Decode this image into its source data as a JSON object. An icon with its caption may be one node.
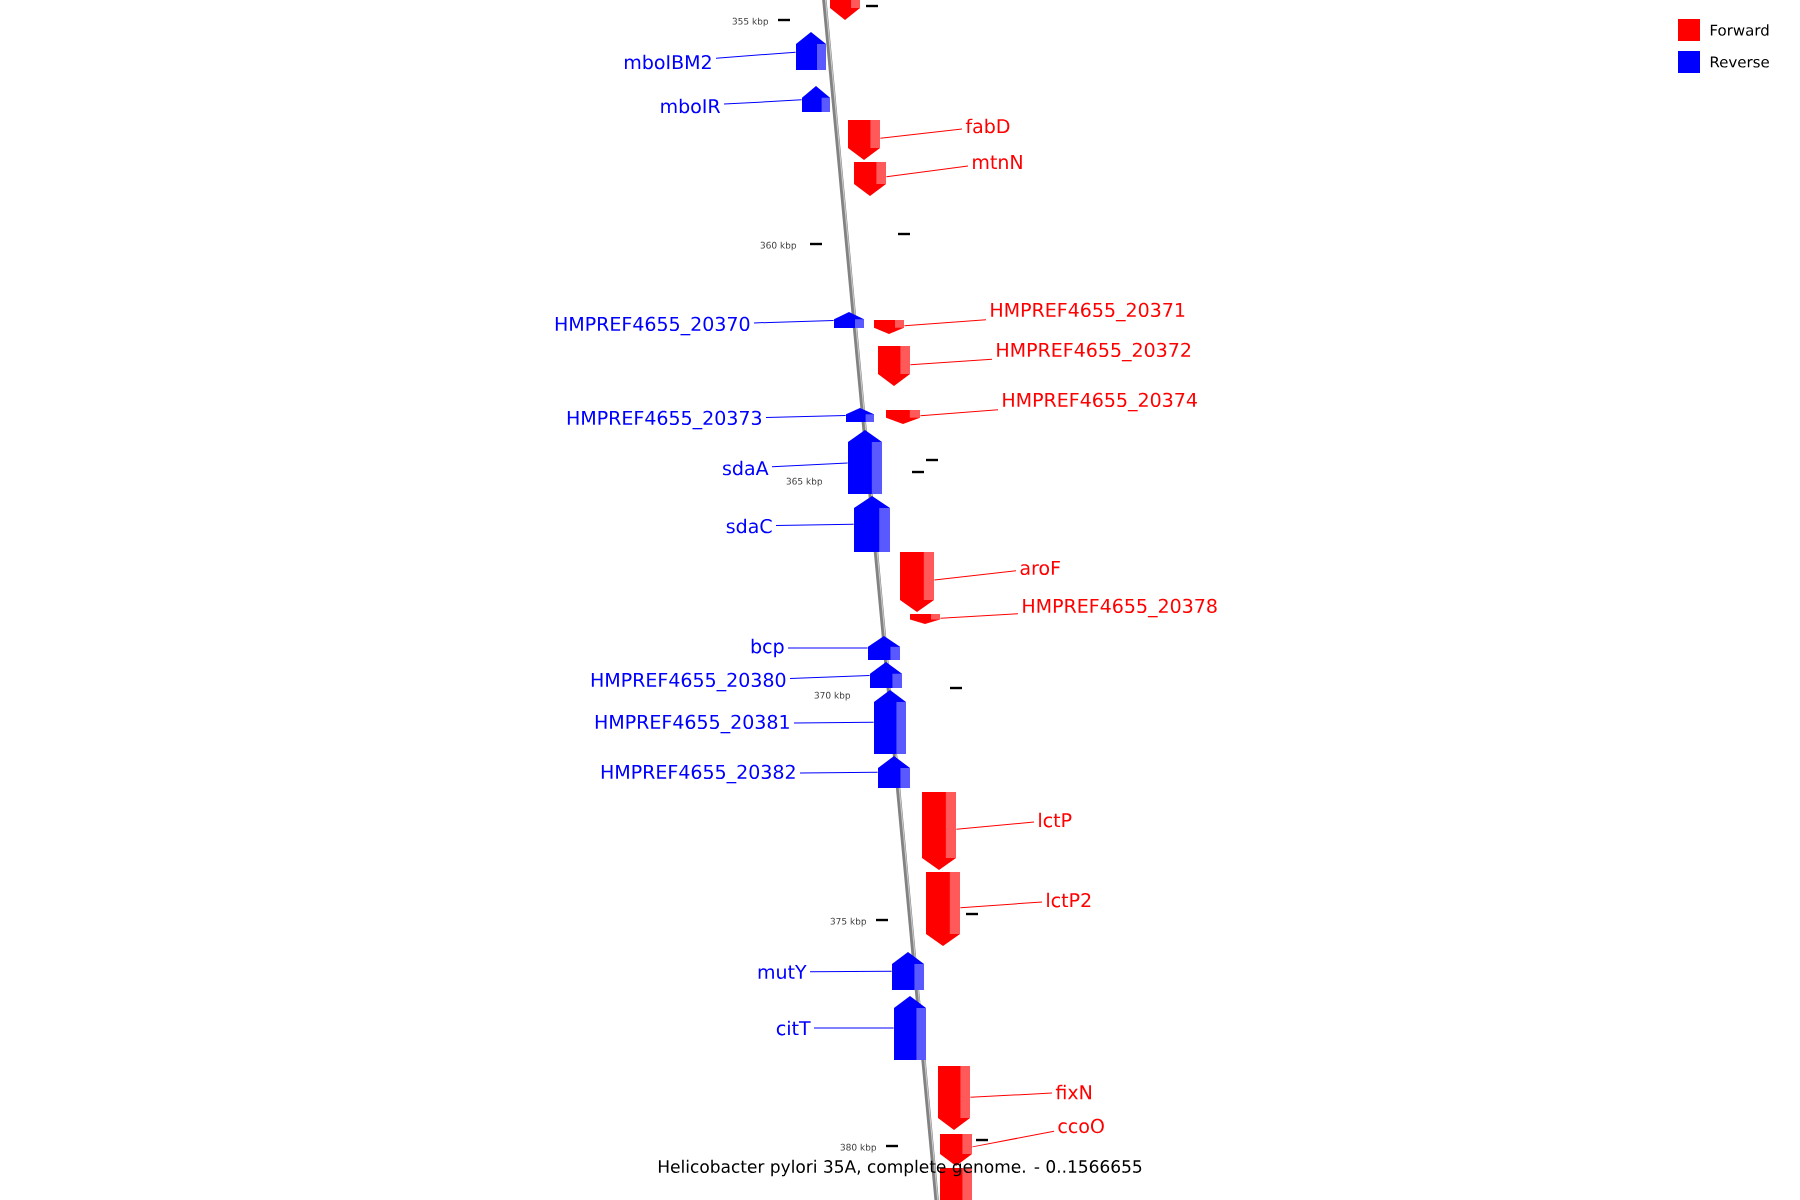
{
  "diagram": {
    "caption": "Helicobacter pylori 35A, complete genome. - 0..1566655",
    "nodes": [
      {
        "text": [],
        "shape": "arrow"
      },
      {
        "text": [
          "mboIBM2"
        ]
      },
      {
        "text": [],
        "shape": "arrow"
      },
      {
        "text": [
          "mboIR"
        ]
      },
      {
        "text": [],
        "shape": "arrow"
      },
      {
        "text": [
          "fabD"
        ]
      },
      {
        "text": [],
        "shape": "arrow"
      },
      {
        "text": [
          "mtnN"
        ]
      },
      {
        "text": [],
        "shape": "arrow"
      },
      {
        "text": [
          "HMPREF4655_20370"
        ]
      },
      {
        "text": [],
        "shape": "arrow"
      },
      {
        "text": [
          "HMPREF4655_20371"
        ]
      },
      {
        "text": [],
        "shape": "arrow"
      },
      {
        "text": [
          "HMPREF4655_20372"
        ]
      },
      {
        "text": [],
        "shape": "arrow"
      },
      {
        "text": [
          "HMPREF4655_20373"
        ]
      },
      {
        "text": [],
        "shape": "arrow"
      },
      {
        "text": [
          "HMPREF4655_20374"
        ]
      },
      {
        "text": [],
        "shape": "arrow"
      },
      {
        "text": [
          "sdaA"
        ]
      },
      {
        "text": [],
        "shape": "arrow"
      },
      {
        "text": [
          "sdaC"
        ]
      },
      {
        "text": [],
        "shape": "arrow"
      },
      {
        "text": [
          "aroF"
        ]
      },
      {
        "text": [],
        "shape": "arrow"
      },
      {
        "text": [
          "HMPREF4655_20378"
        ]
      },
      {
        "text": [],
        "shape": "arrow"
      },
      {
        "text": [
          "bcp"
        ]
      },
      {
        "text": [],
        "shape": "arrow"
      },
      {
        "text": [
          "HMPREF4655_20380"
        ]
      },
      {
        "text": [],
        "shape": "arrow"
      },
      {
        "text": [
          "HMPREF4655_20381"
        ]
      },
      {
        "text": [],
        "shape": "arrow"
      },
      {
        "text": [
          "HMPREF4655_20382"
        ]
      },
      {
        "text": [],
        "shape": "arrow"
      },
      {
        "text": [
          "lctP"
        ]
      },
      {
        "text": [],
        "shape": "arrow"
      },
      {
        "text": [
          "lctP2"
        ]
      },
      {
        "text": [],
        "shape": "arrow"
      },
      {
        "text": [
          "mutY"
        ]
      },
      {
        "text": [],
        "shape": "arrow"
      },
      {
        "text": [
          "citT"
        ]
      },
      {
        "text": [],
        "shape": "arrow"
      },
      {
        "text": [
          "fixN"
        ]
      },
      {
        "text": [],
        "shape": "arrow"
      },
      {
        "text": [
          "ccoO"
        ]
      },
      {
        "text": [],
        "shape": "arrow"
      },
      {
        "text": [],
        "shape": "arrow"
      }
    ],
    "edges": [
      {
        "from": 1,
        "to": 2,
        "arrow": "none",
        "color": "#0000ff"
      },
      {
        "from": 3,
        "to": 4,
        "arrow": "none",
        "color": "#0000ff"
      },
      {
        "from": 5,
        "to": 6,
        "arrow": "none",
        "color": "#ff0000"
      },
      {
        "from": 7,
        "to": 8,
        "arrow": "none",
        "color": "#ff0000"
      },
      {
        "from": 9,
        "to": 10,
        "arrow": "none",
        "color": "#0000ff"
      },
      {
        "from": 11,
        "to": 12,
        "arrow": "none",
        "color": "#ff0000"
      },
      {
        "from": 13,
        "to": 14,
        "arrow": "none",
        "color": "#ff0000"
      },
      {
        "from": 15,
        "to": 16,
        "arrow": "none",
        "color": "#0000ff"
      },
      {
        "from": 17,
        "to": 18,
        "arrow": "none",
        "color": "#ff0000"
      },
      {
        "from": 19,
        "to": 20,
        "arrow": "none",
        "color": "#0000ff"
      },
      {
        "from": 21,
        "to": 22,
        "arrow": "none",
        "color": "#0000ff"
      },
      {
        "from": 23,
        "to": 24,
        "arrow": "none",
        "color": "#ff0000"
      },
      {
        "from": 25,
        "to": 26,
        "arrow": "none",
        "color": "#ff0000"
      },
      {
        "from": 27,
        "to": 28,
        "arrow": "none",
        "color": "#0000ff"
      },
      {
        "from": 29,
        "to": 30,
        "arrow": "none",
        "color": "#0000ff"
      },
      {
        "from": 31,
        "to": 32,
        "arrow": "none",
        "color": "#0000ff"
      },
      {
        "from": 33,
        "to": 34,
        "arrow": "none",
        "color": "#0000ff"
      },
      {
        "from": 35,
        "to": 36,
        "arrow": "none",
        "color": "#ff0000"
      },
      {
        "from": 37,
        "to": 38,
        "arrow": "none",
        "color": "#ff0000"
      },
      {
        "from": 39,
        "to": 40,
        "arrow": "none",
        "color": "#0000ff"
      },
      {
        "from": 41,
        "to": 42,
        "arrow": "none",
        "color": "#0000ff"
      },
      {
        "from": 43,
        "to": 44,
        "arrow": "none",
        "color": "#ff0000"
      },
      {
        "from": 45,
        "to": 46,
        "arrow": "none",
        "color": "#ff0000"
      }
    ],
    "labels": [
      "355 kbp",
      "360 kbp",
      "365 kbp",
      "370 kbp",
      "375 kbp",
      "380 kbp"
    ],
    "legend": [
      {
        "text": "Forward",
        "color": "#ff0000"
      },
      {
        "text": "Reverse",
        "color": "#0000ff"
      }
    ]
  }
}
